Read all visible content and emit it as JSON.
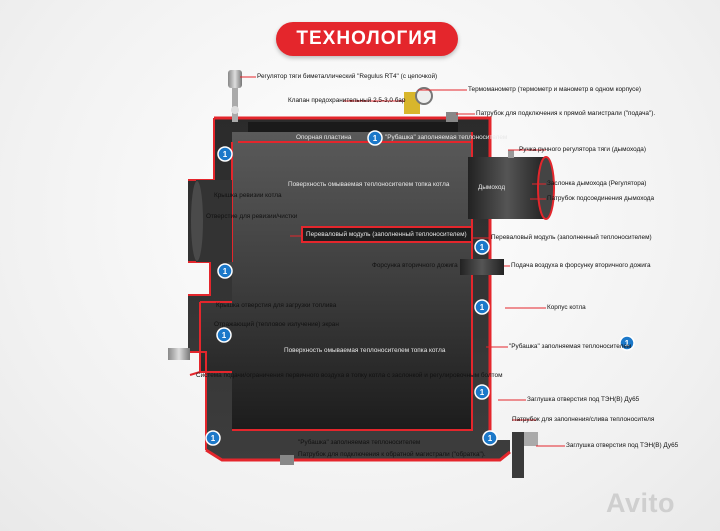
{
  "title": "ТЕХНОЛОГИЯ",
  "watermark": "Avito",
  "labels": {
    "regulator": "Регулятор тяги биметаллический \"Regulus RT4\" (с цепочкой)",
    "thermomanometer": "Термоманометр (термометр и манометр в одном корпусе)",
    "safety_valve": "Клапан предохранительный 2,5-3,0 бар",
    "supply_pipe": "Патрубок для подключения к прямой магистрали (\"подача\").",
    "support_plate": "Опорная пластина",
    "jacket_top": "\"Рубашка\" заполняемая теплоносителем",
    "smoke_handle": "Ручка ручного регулятора тяги (дымохода)",
    "inspection_cover": "Крышка ревизии котла",
    "upper_chamber": "Поверхность омываемая теплоносителем топка котла",
    "smoke_damper": "Заслонка дымохода (Регулятора)",
    "flue_pipe": "Патрубок подсоединения дымохода",
    "flue_inner": "Дымоход",
    "cleaning_hole": "Отверстие для ревизии/чистки",
    "module_inner": "Переваловый модуль (заполненный теплоносителем)",
    "module_right": "Переваловый модуль (заполненный теплоносителем)",
    "secondary_nozzle": "Форсунка вторичного дожига",
    "air_supply": "Подача воздуха в форсунку вторичного дожига",
    "fuel_cover": "Крышка отверстия для загрузки топлива",
    "reflective_screen": "Отражающий (тепловое излучение) экран",
    "boiler_body": "Корпус котла",
    "lower_chamber": "Поверхность омываемая теплоносителем топка котла",
    "jacket_right": "\"Рубашка\" заполняемая теплоносителем",
    "air_system": "Система подачи/ограничения первичного воздуха в топку котла с заслонкой и регулировочным болтом",
    "heater_plug_upper": "Заглушка отверстия под ТЭН(В) Ду65",
    "fill_drain_pipe": "Патрубок для заполнения/слива теплоносителя",
    "jacket_bottom": "\"Рубашка\" заполняемая теплоносителем",
    "return_pipe": "Патрубок для подключения к обратной магистрали (\"обратка\").",
    "heater_plug_lower": "Заглушка отверстия под ТЭН(В) Ду65"
  },
  "markers": {
    "number": "1",
    "color": "#1b78c9"
  },
  "colors": {
    "accent": "#e4262c",
    "body": "#262626"
  }
}
